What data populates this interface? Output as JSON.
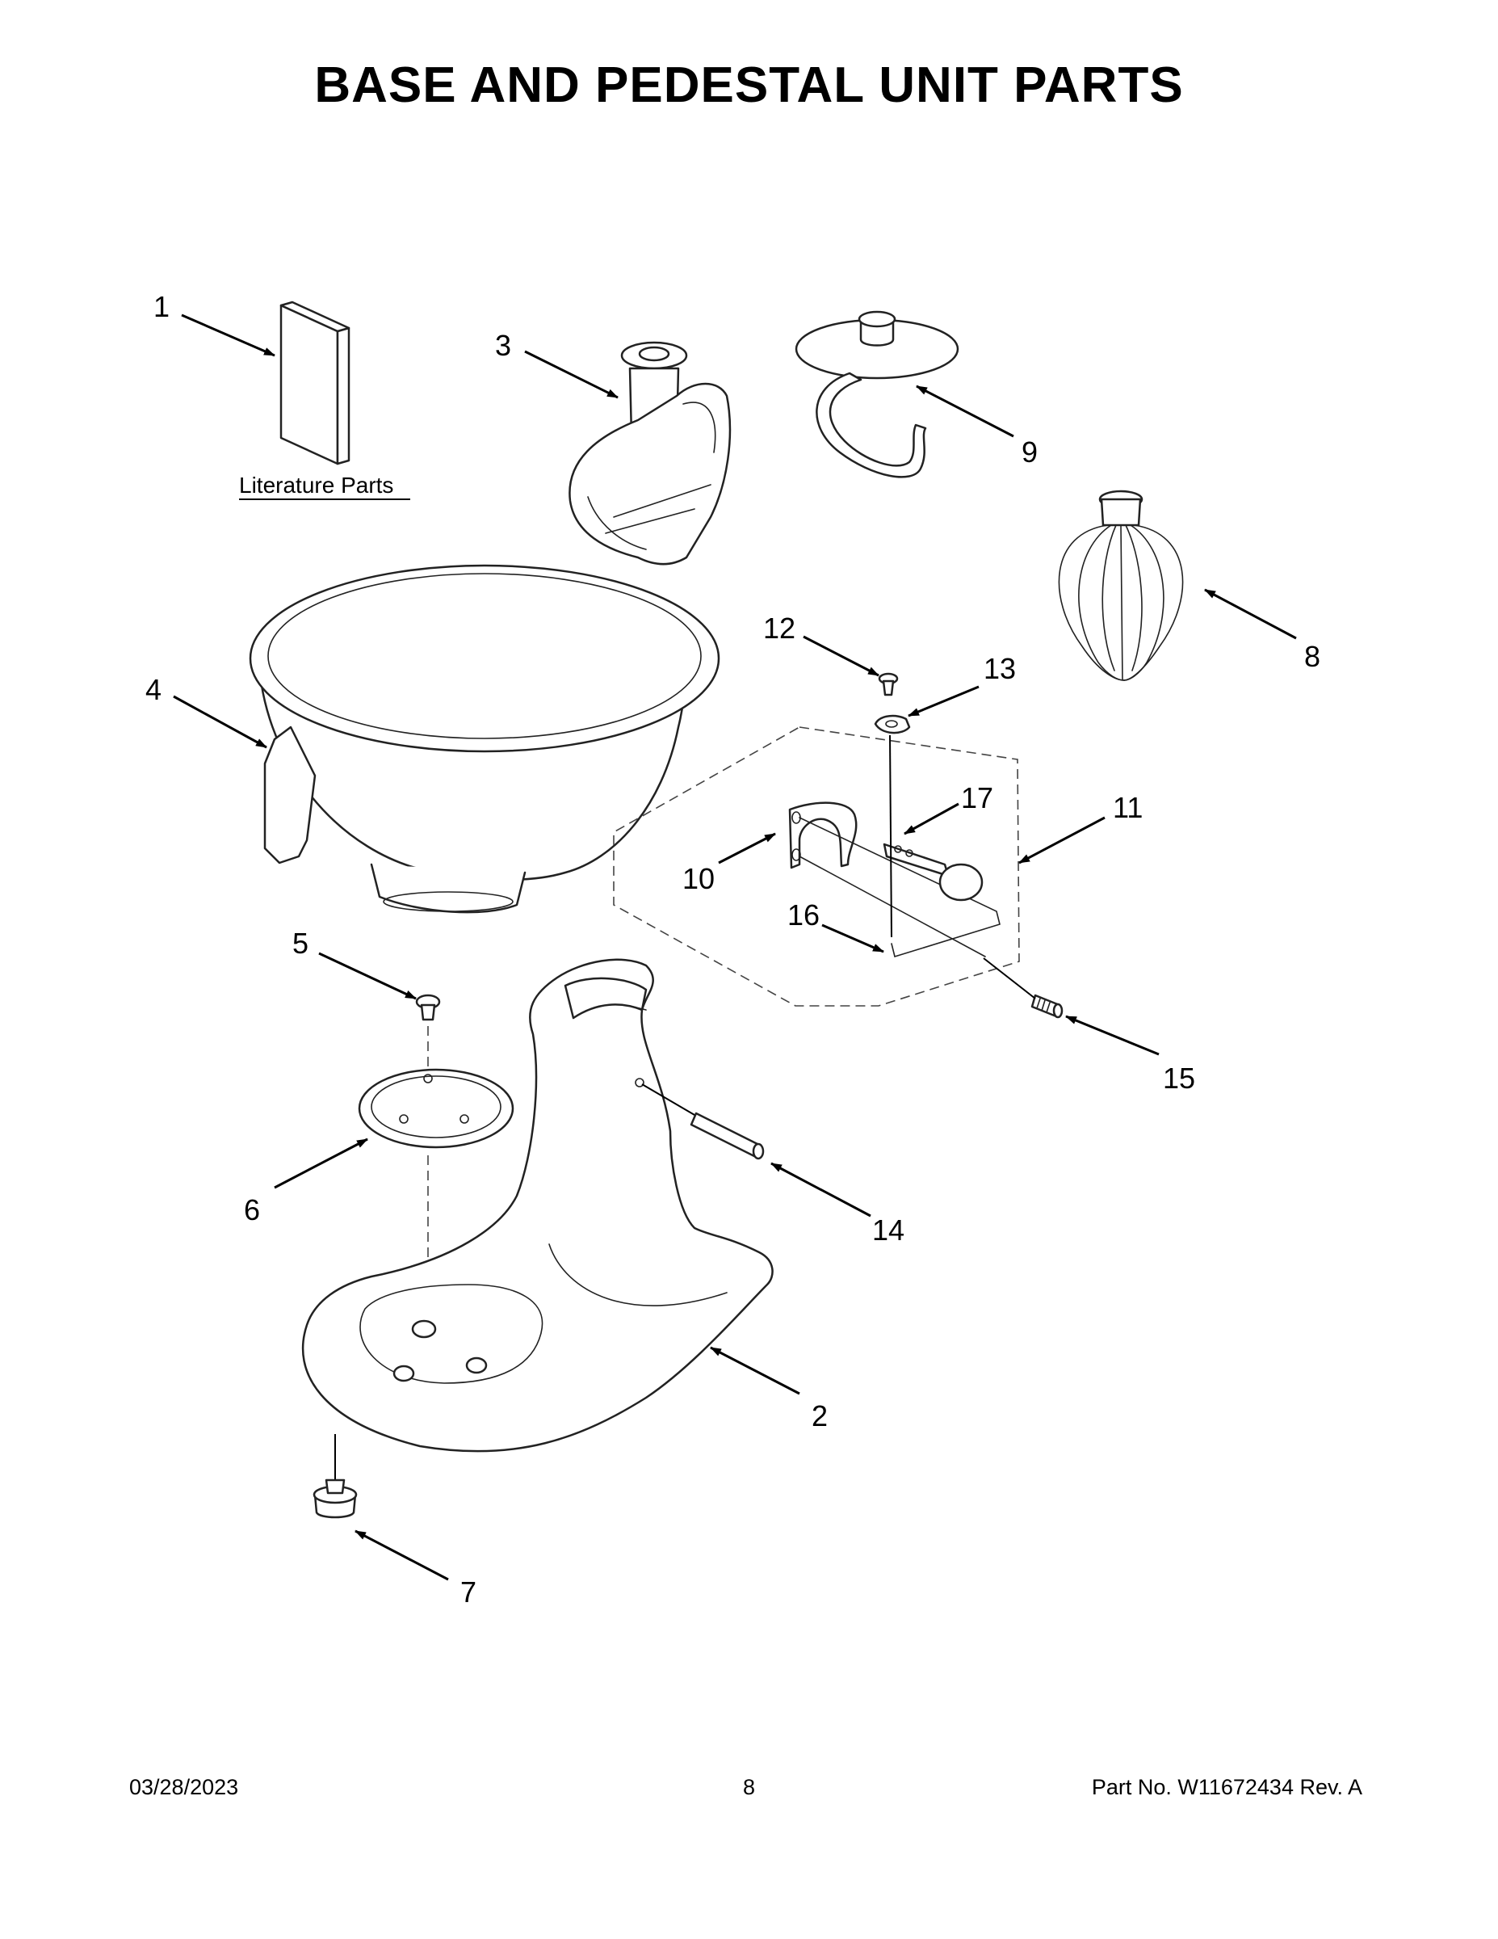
{
  "title": "BASE AND PEDESTAL UNIT PARTS",
  "literature_label": "Literature Parts",
  "callouts": {
    "c1": "1",
    "c2": "2",
    "c3": "3",
    "c4": "4",
    "c5": "5",
    "c6": "6",
    "c7": "7",
    "c8": "8",
    "c9": "9",
    "c10": "10",
    "c11": "11",
    "c12": "12",
    "c13": "13",
    "c14": "14",
    "c15": "15",
    "c16": "16",
    "c17": "17"
  },
  "footer": {
    "date": "03/28/2023",
    "page": "8",
    "part_no": "Part No.  W11672434  Rev.  A"
  }
}
